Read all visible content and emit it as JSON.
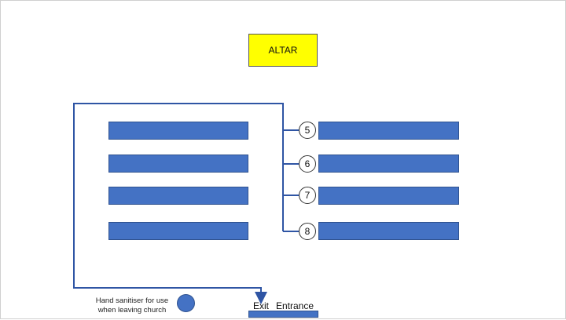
{
  "altar": {
    "label": "ALTAR"
  },
  "pews": {
    "left_count": 4,
    "right_numbers": [
      "5",
      "6",
      "7",
      "8"
    ]
  },
  "sanitiser": {
    "label_line1": "Hand sanitiser for use",
    "label_line2": "when leaving church"
  },
  "doors": {
    "exit_label": "Exit",
    "entrance_label": "Entrance"
  },
  "colors": {
    "pew": "#4472c4",
    "altar": "#ffff00",
    "route": "#2f55a4"
  }
}
